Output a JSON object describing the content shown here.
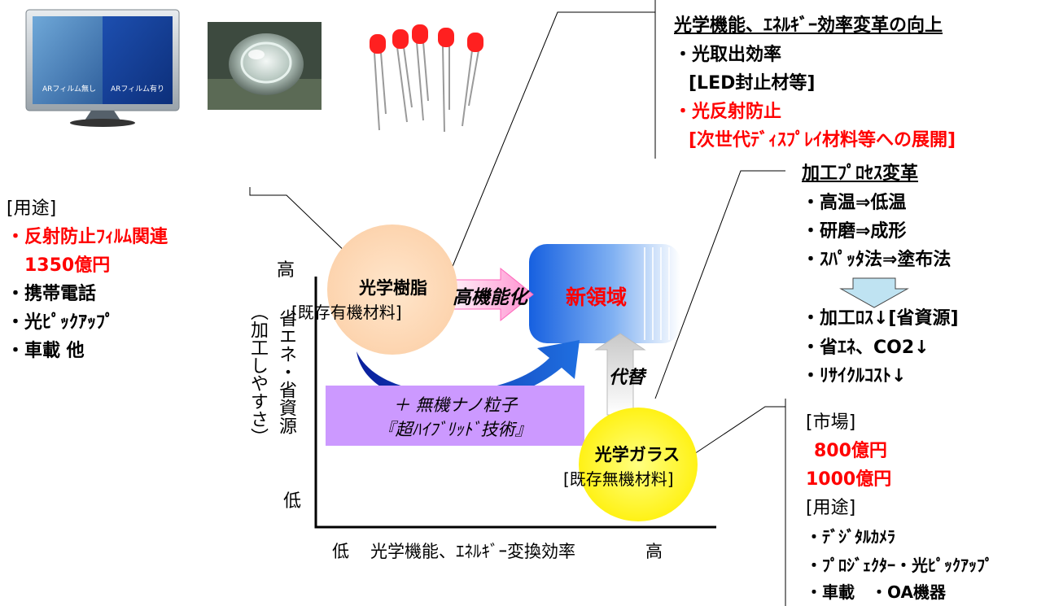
{
  "top_right": {
    "heading": "光学機能、ｴﾈﾙｷﾞｰ効率変革の向上",
    "items": [
      {
        "text": "・光取出効率",
        "color": "#000000"
      },
      {
        "text": "[LED封止材等]",
        "color": "#000000"
      },
      {
        "text": "・光反射防止",
        "color": "#ff0000"
      },
      {
        "text": "[次世代ﾃﾞｨｽﾌﾟﾚｲ材料等への展開]",
        "color": "#ff0000"
      }
    ]
  },
  "process": {
    "heading": "加工ﾌﾟﾛｾｽ変革",
    "items": [
      "・高温⇒低温",
      "・研磨⇒成形",
      "・ｽﾊﾟｯﾀ法⇒塗布法"
    ],
    "results": [
      "・加工ﾛｽ↓[省資源]",
      "・省ｴﾈ、CO2↓",
      "・ﾘｻｲｸﾙｺｽﾄ↓"
    ]
  },
  "left_usage": {
    "heading": "[用途]",
    "items": [
      {
        "text": "・反射防止ﾌｨﾙﾑ関連",
        "color": "#ff0000"
      },
      {
        "text": "1350億円",
        "color": "#ff0000"
      },
      {
        "text": "・携帯電話",
        "color": "#000000"
      },
      {
        "text": "・光ﾋﾟｯｸｱｯﾌﾟ",
        "color": "#000000"
      },
      {
        "text": "・車載 他",
        "color": "#000000"
      }
    ]
  },
  "market": {
    "heading": "[市場]",
    "values": [
      "800億円",
      "1000億円"
    ],
    "usage_heading": "[用途]",
    "usage_items": [
      "・ﾃﾞｼﾞﾀﾙｶﾒﾗ",
      "・ﾌﾟﾛｼﾞｪｸﾀｰ・光ﾋﾟｯｸｱｯﾌﾟ",
      "・車載　・OA機器"
    ]
  },
  "axes": {
    "y_high": "高",
    "y_low": "低",
    "y_label_line1": "省エネ・省資源",
    "y_label_line2": "（加工しやすさ）",
    "x_low": "低",
    "x_label": "光学機能、ｴﾈﾙｷﾞｰ変換効率",
    "x_high": "高"
  },
  "resin": {
    "line1": "光学樹脂",
    "line2": "[既存有機材料]",
    "color": "#fcd5b4"
  },
  "glass": {
    "line1": "光学ガラス",
    "line2": "[既存無機材料]",
    "color": "#ffff33"
  },
  "arrow_label": "高機能化",
  "new_area": "新領域",
  "substitute": "代替",
  "nano": {
    "line1": "＋ 無機ナノ粒子",
    "line2": "『超ﾊｲﾌﾞﾘｯﾄﾞ技術』",
    "color": "#cc99ff"
  },
  "monitor": {
    "left_label": "ARフィルム無し",
    "right_label": "ARフィルム有り"
  },
  "icons": {
    "monitor": "monitor-icon",
    "lens": "lens-icon",
    "leds": "led-icon"
  },
  "colors": {
    "accent_red": "#ff0000",
    "blue": "#1f6fe0",
    "dark_blue": "#0a1f9c"
  }
}
